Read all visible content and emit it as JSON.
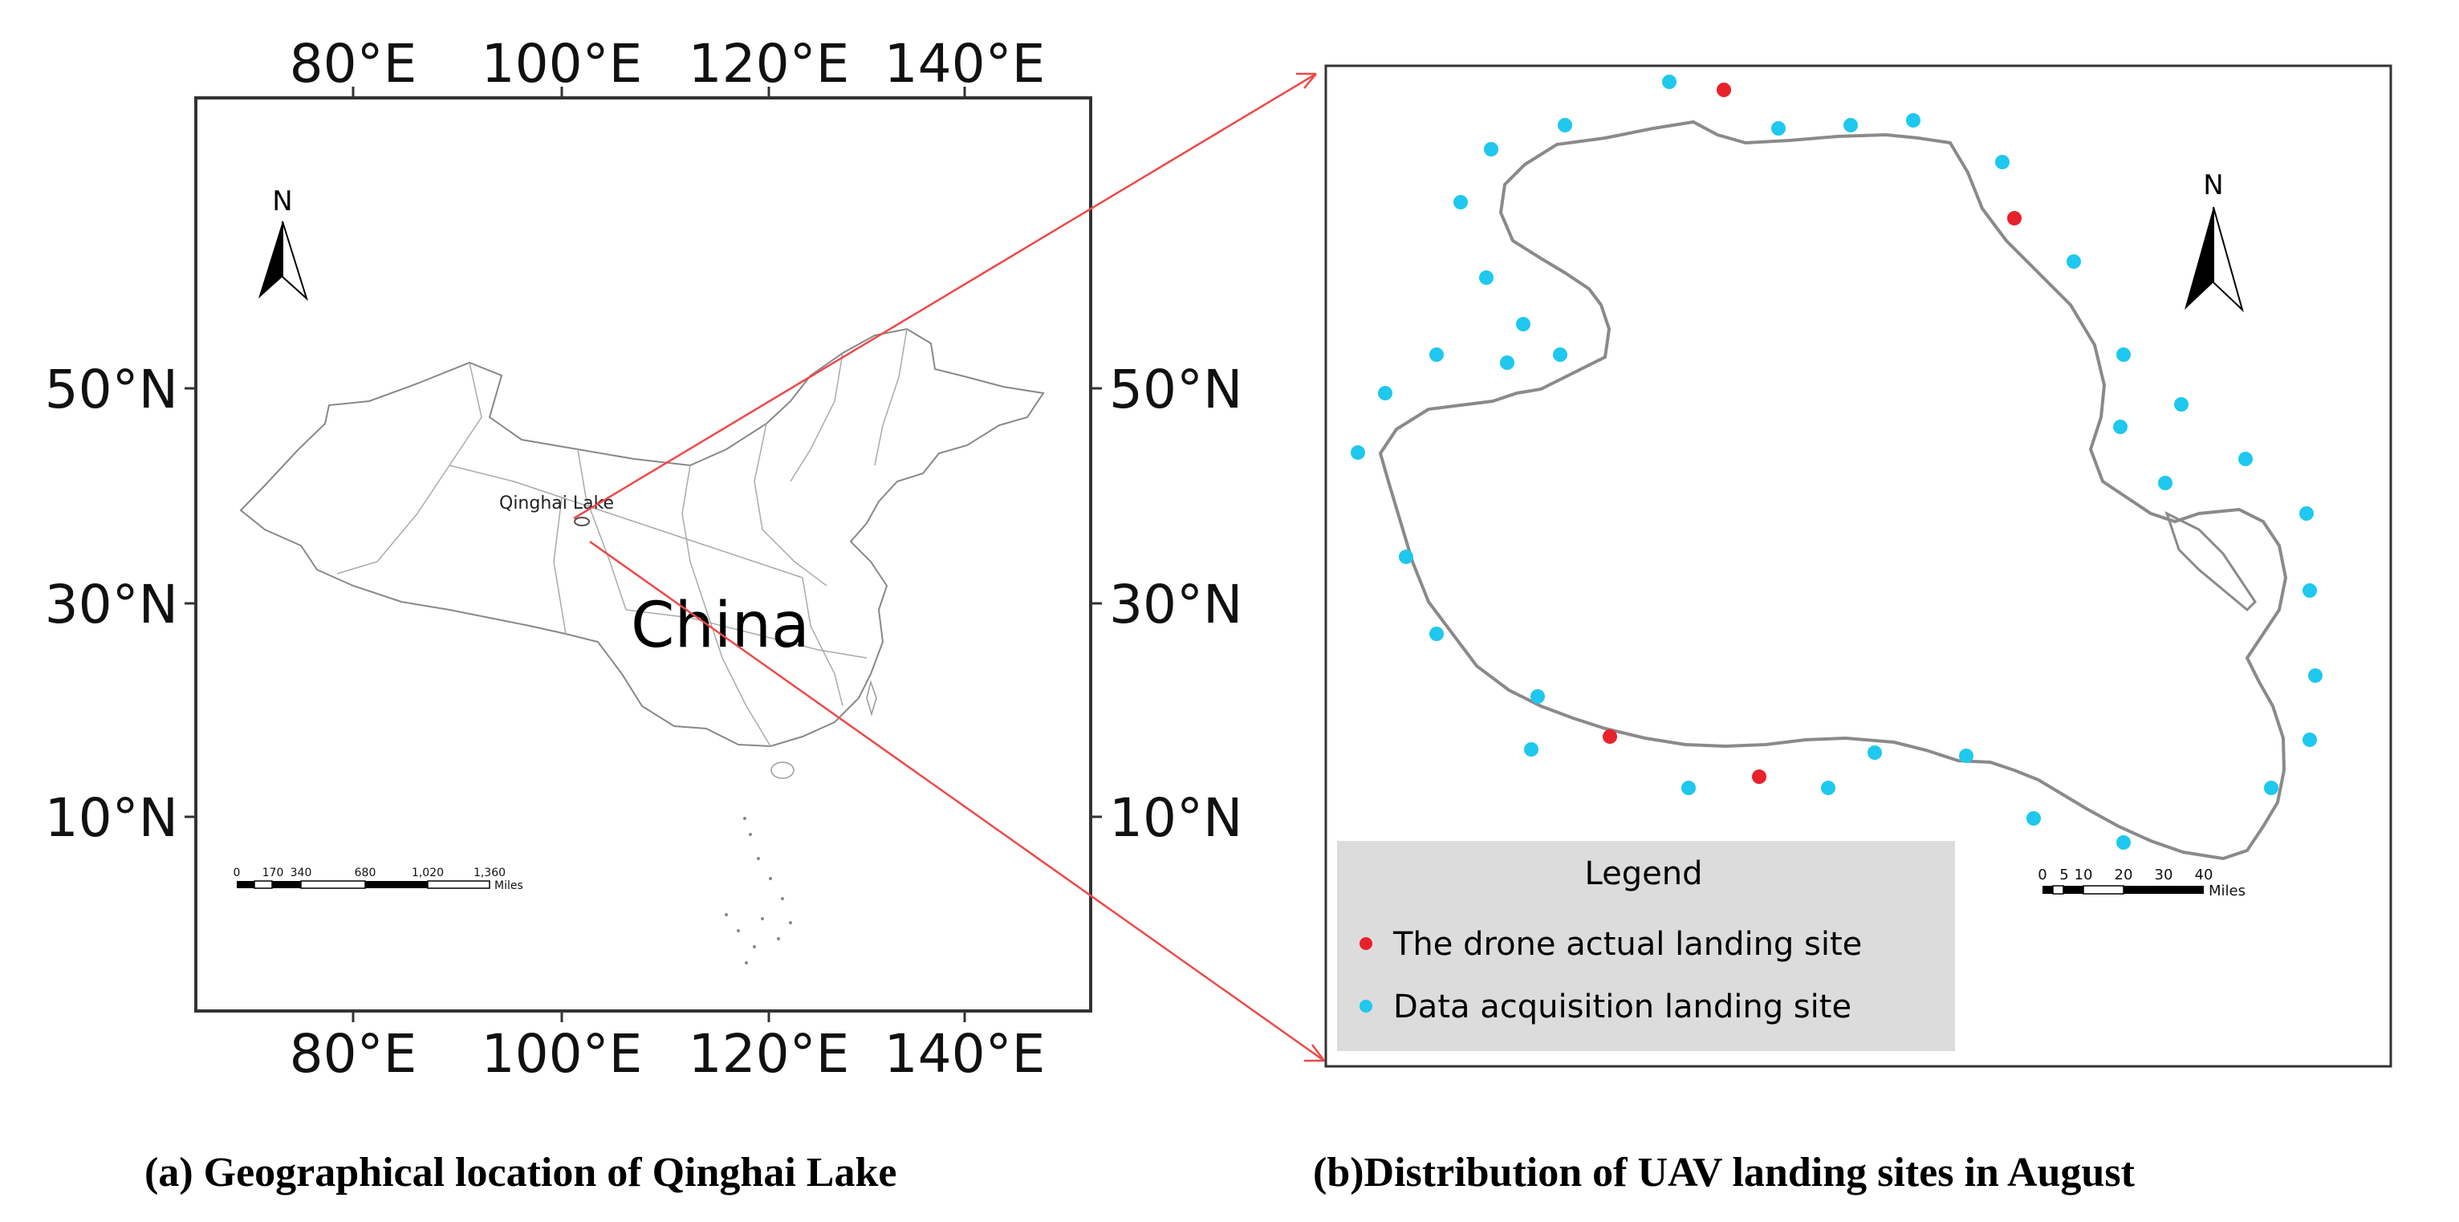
{
  "panel_a": {
    "top_lon_labels": [
      "80°E",
      "100°E",
      "120°E",
      "140°E"
    ],
    "bottom_lon_labels": [
      "80°E",
      "100°E",
      "120°E",
      "140°E"
    ],
    "left_lat_labels": [
      "50°N",
      "30°N",
      "10°N"
    ],
    "right_lat_labels": [
      "50°N",
      "30°N",
      "10°N"
    ],
    "country_label": "China",
    "lake_label": "Qinghai Lake",
    "north_label": "N",
    "scale_ticks": [
      "0",
      "170",
      "340",
      "680",
      "1,020",
      "1,360"
    ],
    "scale_unit": "Miles",
    "caption": "(a) Geographical location of Qinghai Lake"
  },
  "panel_b": {
    "north_label": "N",
    "scale_ticks": [
      "0",
      "5",
      "10",
      "20",
      "30",
      "40"
    ],
    "scale_unit": "Miles",
    "legend": {
      "title": "Legend",
      "items": [
        {
          "label": "The drone actual landing site",
          "color": "#e8212b"
        },
        {
          "label": "Data acquisition landing site",
          "color": "#1ec8ee"
        }
      ]
    },
    "caption": "(b)Distribution of UAV landing sites in August"
  },
  "colors": {
    "connector": "#f04848",
    "drone_site": "#e8212b",
    "data_site": "#1ec8ee",
    "shoreline": "#8a8a8a",
    "legend_bg": "#dcdcdc"
  }
}
